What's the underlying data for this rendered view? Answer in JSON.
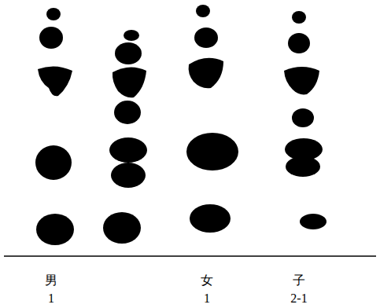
{
  "diagram": {
    "labels": [
      "男",
      "1",
      "女",
      "1",
      "子",
      "2-1"
    ]
  }
}
